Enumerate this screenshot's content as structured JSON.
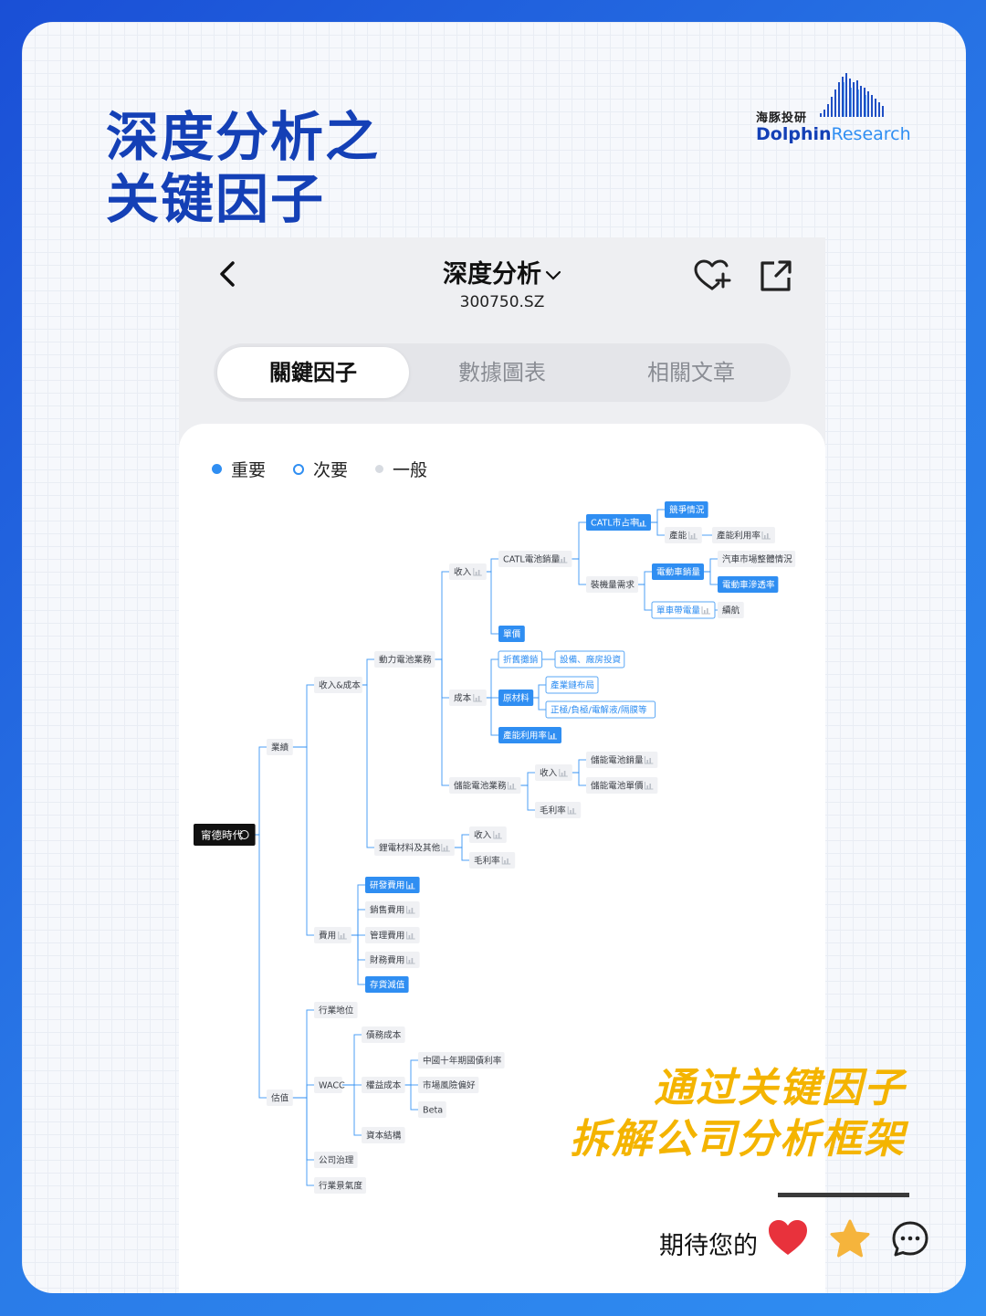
{
  "headline": {
    "line1": "深度分析之",
    "line2": "关键因子"
  },
  "brand": {
    "cn": "海豚投研",
    "en_a": "Dolphin",
    "en_b": "Research"
  },
  "app": {
    "title": "深度分析",
    "ticker": "300750.SZ"
  },
  "tabs": [
    {
      "label": "關鍵因子",
      "active": true
    },
    {
      "label": "數據圖表",
      "active": false
    },
    {
      "label": "相關文章",
      "active": false
    }
  ],
  "legend": [
    {
      "label": "重要",
      "color": "#2f8ef2"
    },
    {
      "label": "次要",
      "color": "#2f8ef2"
    },
    {
      "label": "一般",
      "color": "#d7dbe1"
    }
  ],
  "mindmap": {
    "root": "甯德時代",
    "nodes": {
      "yeji": "業績",
      "gujia": "估值",
      "srcb": "收入&成本",
      "feiyong": "費用",
      "dongli": "動力電池業務",
      "lidian": "鋰電材料及其他",
      "shouru1": "收入",
      "chengben": "成本",
      "chuneng": "儲能電池業務",
      "catlxl": "CATL電池銷量",
      "danjia": "單價",
      "catlzhan": "CATL市占率",
      "zhuangji": "裝機量需求",
      "jingzheng": "競爭情況",
      "channeng": "產能",
      "channengliyong": "產能利用率",
      "dianche": "電動車銷量",
      "danche": "單車帶電量",
      "qiche": "汽車市場整體情況",
      "shentou": "電動車滲透率",
      "xuhang": "續航",
      "zhejiu": "折舊攤銷",
      "shebei": "設備、廠房投資",
      "yuancailiao": "原材料",
      "chanyelian": "產業鏈布局",
      "zhengji": "正極/負極/電解液/隔膜等",
      "channenglyl2": "產能利用率",
      "cn_shouru": "收入",
      "cn_maoli": "毛利率",
      "cn_xiaoliang": "儲能電池銷量",
      "cn_danjia": "儲能電池單價",
      "ld_shouru": "收入",
      "ld_maoli": "毛利率",
      "yanfa": "研發費用",
      "xiaoshou": "銷售費用",
      "guanli": "管理費用",
      "caiwu": "財務費用",
      "cunhuo": "存貨減值",
      "hangye": "行業地位",
      "wacc": "WACC",
      "zhiquan": "債務成本",
      "quanyi": "權益成本",
      "ziben": "資本結構",
      "guozhai": "中國十年期國債利率",
      "fengxian": "市場風險偏好",
      "beta": "Beta",
      "zhili": "公司治理",
      "jingqi": "行業景氣度"
    }
  },
  "slogan": {
    "line1": "通过关键因子",
    "line2": "拆解公司分析框架"
  },
  "footer": {
    "text": "期待您的"
  }
}
